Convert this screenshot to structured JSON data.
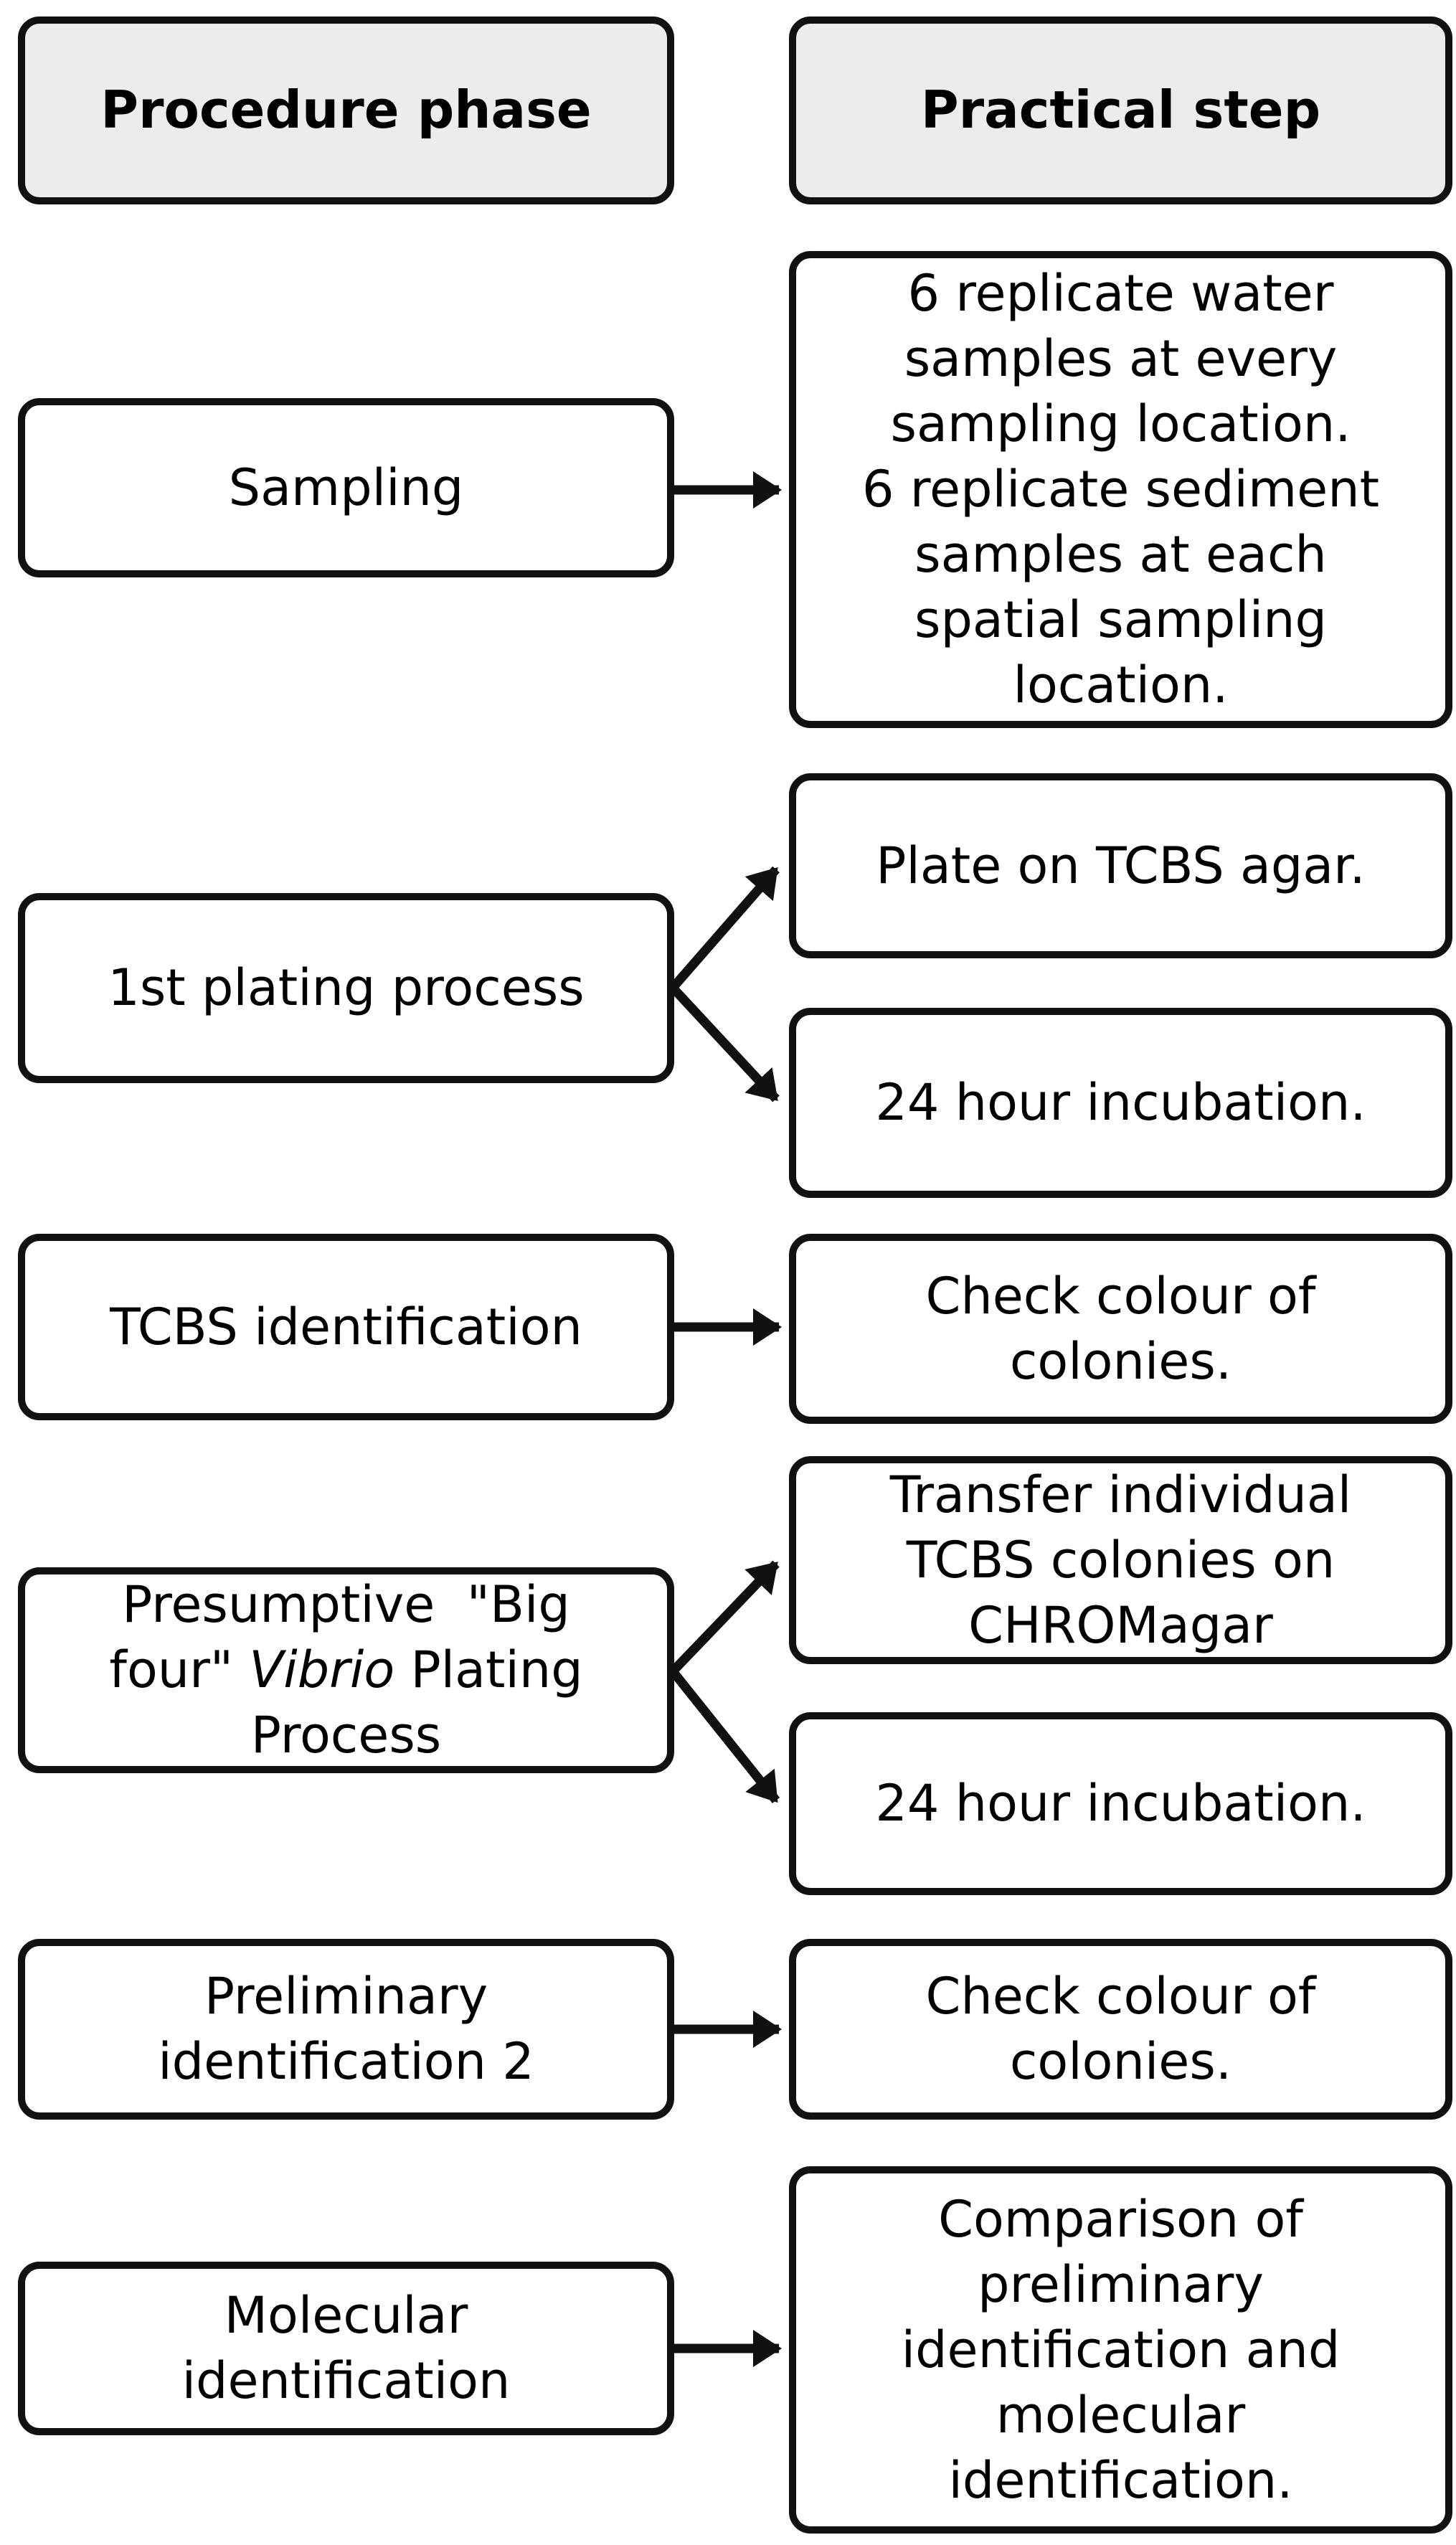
{
  "colors": {
    "background": "#ffffff",
    "box_fill": "#ffffff",
    "header_fill": "#ececec",
    "box_border": "#111111",
    "arrow": "#111111",
    "text": "#000000"
  },
  "headers": {
    "left": "Procedure phase",
    "right": "Practical step"
  },
  "phases": [
    {
      "id": "sampling",
      "label": "Sampling"
    },
    {
      "id": "first-plating-process",
      "label": "1st plating process"
    },
    {
      "id": "tcbs-identification",
      "label": "TCBS identification"
    },
    {
      "id": "presumptive-big-four-vibrio-plating-process",
      "label_plain": "Presumptive \"Big four\" Vibrio Plating Process",
      "label_segments": [
        {
          "text": "Presumptive  \"Big\nfour\" ",
          "italic": false
        },
        {
          "text": "Vibrio",
          "italic": true
        },
        {
          "text": " Plating\nProcess",
          "italic": false
        }
      ]
    },
    {
      "id": "preliminary-identification-2",
      "label": "Preliminary\nidentification 2"
    },
    {
      "id": "molecular-identification",
      "label": "Molecular\nidentification"
    }
  ],
  "steps": [
    {
      "id": "replicate-samples",
      "label": "6 replicate water\nsamples at every\nsampling location.\n6 replicate sediment\nsamples at each\nspatial sampling\nlocation."
    },
    {
      "id": "plate-on-tcbs-agar",
      "label": "Plate on TCBS agar."
    },
    {
      "id": "incubation-1",
      "label": "24 hour incubation."
    },
    {
      "id": "check-colour-1",
      "label": "Check colour of\ncolonies."
    },
    {
      "id": "transfer-chromagar",
      "label": "Transfer individual\nTCBS colonies on\nCHROMagar"
    },
    {
      "id": "incubation-2",
      "label": "24 hour incubation."
    },
    {
      "id": "check-colour-2",
      "label": "Check colour of\ncolonies."
    },
    {
      "id": "comparison",
      "label": "Comparison of\npreliminary\nidentification and\nmolecular\nidentification."
    }
  ],
  "connections": [
    {
      "from": "sampling",
      "to": "replicate-samples"
    },
    {
      "from": "first-plating-process",
      "to": "plate-on-tcbs-agar"
    },
    {
      "from": "first-plating-process",
      "to": "incubation-1"
    },
    {
      "from": "tcbs-identification",
      "to": "check-colour-1"
    },
    {
      "from": "presumptive-big-four-vibrio-plating-process",
      "to": "transfer-chromagar"
    },
    {
      "from": "presumptive-big-four-vibrio-plating-process",
      "to": "incubation-2"
    },
    {
      "from": "preliminary-identification-2",
      "to": "check-colour-2"
    },
    {
      "from": "molecular-identification",
      "to": "comparison"
    }
  ]
}
